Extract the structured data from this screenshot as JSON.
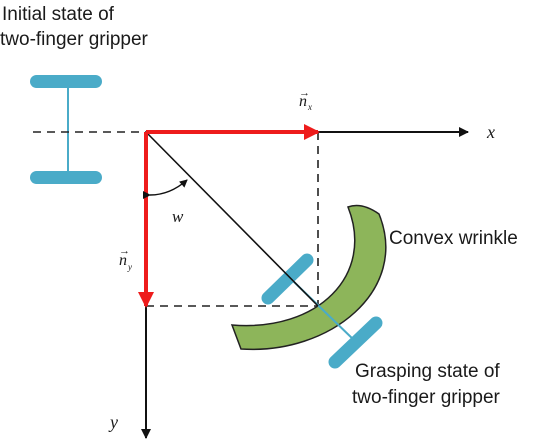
{
  "labels": {
    "initial_state_line1": "Initial state of",
    "initial_state_line2": "two-finger gripper",
    "convex_wrinkle": "Convex wrinkle",
    "grasping_state_line1": "Grasping state of",
    "grasping_state_line2": "two-finger gripper"
  },
  "math": {
    "x_axis": "x",
    "y_axis": "y",
    "nx_base": "n",
    "nx_sub": "x",
    "ny_base": "n",
    "ny_sub": "y",
    "vector_arrow": "→",
    "angle": "w"
  },
  "colors": {
    "gripper": "#4aabc8",
    "wrinkle_fill": "#8db55a",
    "wrinkle_stroke": "#222222",
    "vector_red": "#ee1c1c",
    "axis": "#111111"
  }
}
